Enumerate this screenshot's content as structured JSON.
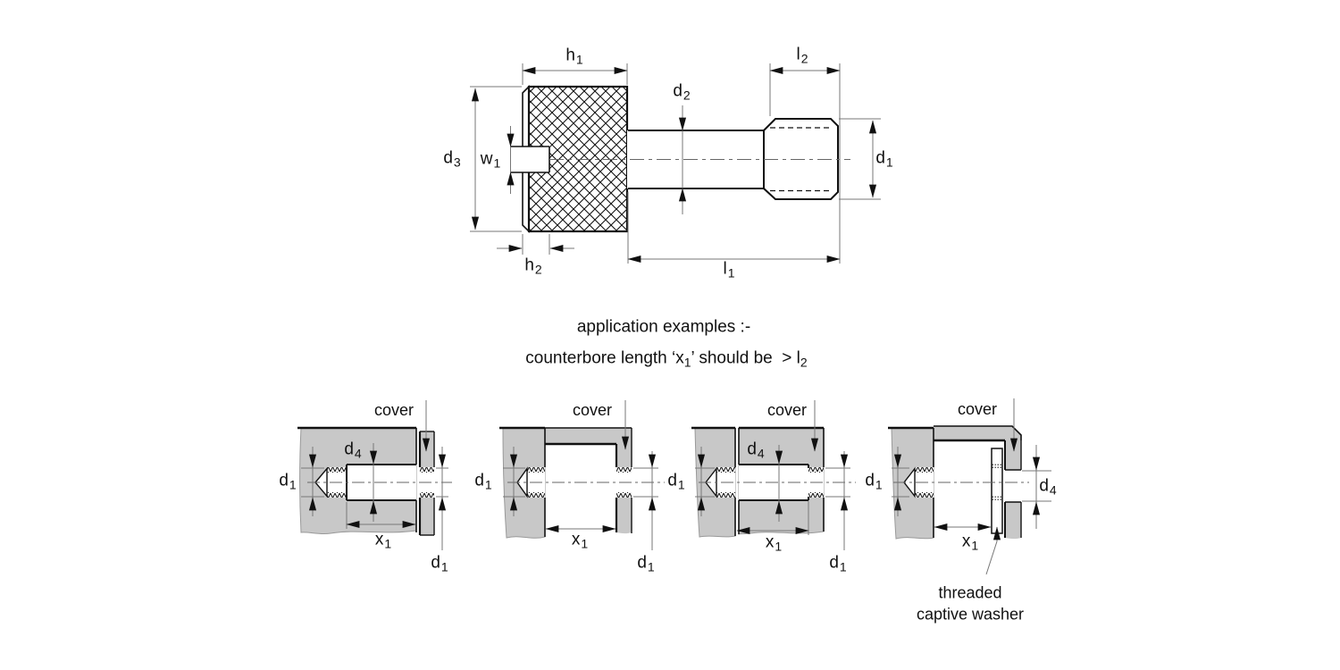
{
  "colors": {
    "background": "#ffffff",
    "part_fill": "#c8c8c8",
    "outline": "#111111",
    "dimension_line": "#777777"
  },
  "dim_labels": {
    "h1": {
      "base": "h",
      "sub": "1"
    },
    "h2": {
      "base": "h",
      "sub": "2"
    },
    "l1": {
      "base": "l",
      "sub": "1"
    },
    "l2": {
      "base": "l",
      "sub": "2"
    },
    "d1": {
      "base": "d",
      "sub": "1"
    },
    "d2": {
      "base": "d",
      "sub": "2"
    },
    "d3": {
      "base": "d",
      "sub": "3"
    },
    "d4": {
      "base": "d",
      "sub": "4"
    },
    "w1": {
      "base": "w",
      "sub": "1"
    },
    "x1": {
      "base": "x",
      "sub": "1"
    },
    "cover": "cover"
  },
  "captions": {
    "line1": "application examples :-",
    "line2": {
      "part1": "counterbore length ‘x",
      "sub1": "1",
      "part2": "’ should be  > l",
      "sub2": "2"
    },
    "washer_line1": "threaded",
    "washer_line2": "captive washer"
  },
  "top_drawing": {
    "dimension_labels_shown": [
      "h1",
      "d3",
      "w1",
      "h2",
      "d2",
      "l2",
      "d1",
      "l1"
    ]
  },
  "examples": [
    {
      "index": 1,
      "labels_shown": [
        "cover",
        "d4",
        "d1",
        "x1",
        "d1"
      ]
    },
    {
      "index": 2,
      "labels_shown": [
        "cover",
        "d1",
        "x1",
        "d1"
      ]
    },
    {
      "index": 3,
      "labels_shown": [
        "cover",
        "d4",
        "d1",
        "x1",
        "d1"
      ]
    },
    {
      "index": 4,
      "labels_shown": [
        "cover",
        "d1",
        "x1",
        "d4",
        "threaded captive washer"
      ]
    }
  ]
}
